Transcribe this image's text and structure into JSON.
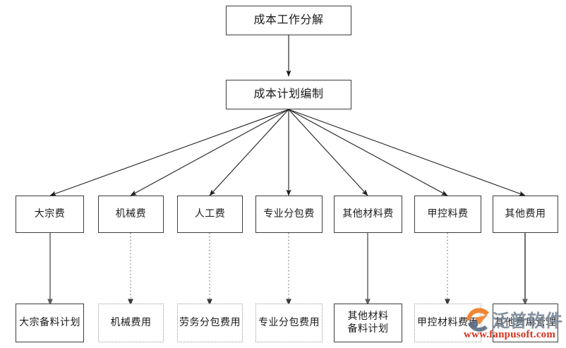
{
  "diagram": {
    "title_root": "成本工作分解",
    "level2": "成本计划编制",
    "cost_items": [
      {
        "label": "大宗费"
      },
      {
        "label": "机械费"
      },
      {
        "label": "人工费"
      },
      {
        "label": "专业分包费"
      },
      {
        "label": "其他材料费"
      },
      {
        "label": "甲控料费"
      },
      {
        "label": "其他费用"
      }
    ],
    "plan_items": [
      {
        "label": "大宗备料计划",
        "style": "solid"
      },
      {
        "label": "机械费用",
        "style": "dotted"
      },
      {
        "label": "劳务分包费用",
        "style": "dotted"
      },
      {
        "label": "专业分包费用",
        "style": "dotted"
      },
      {
        "label": "其他材料\n备料计划",
        "style": "solid"
      },
      {
        "label": "甲控材料费用",
        "style": "dotted"
      },
      {
        "label": "其他费用管理",
        "style": "solid"
      }
    ]
  },
  "watermark": {
    "brand_cn": "泛普软件",
    "url": "www.fanpusoft.com",
    "brand_color": "#7e8b9b",
    "url_color": "#d6321e",
    "logo_orange": "#ef7f2a",
    "logo_slate": "#5b6b80"
  },
  "colors": {
    "box_border": "#3d3d3d",
    "dotted_border": "#9a9a9a",
    "connector": "#2a2a2a",
    "connector_gray": "#707070",
    "background": "#ffffff",
    "text": "#1a1a1a"
  }
}
